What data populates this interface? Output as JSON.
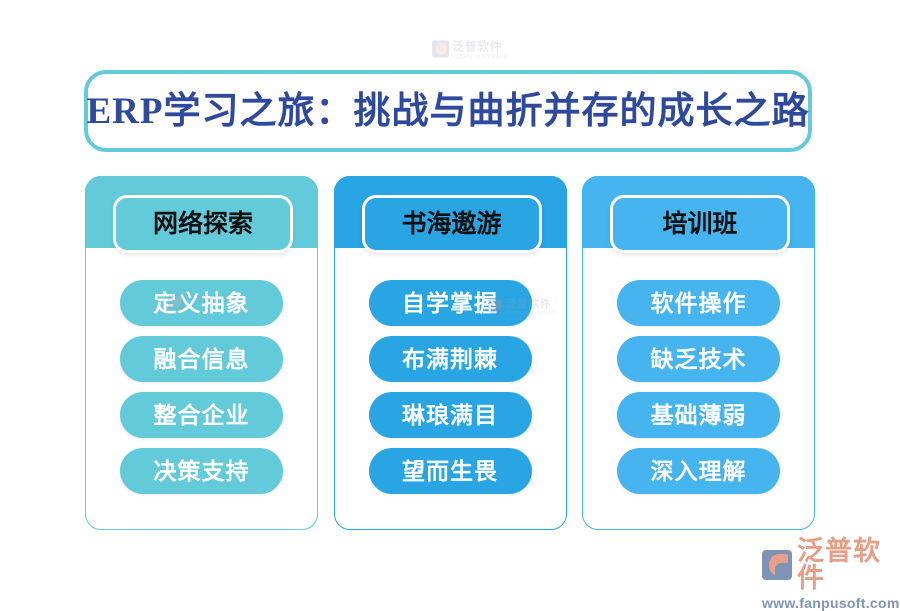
{
  "title": {
    "text": "ERP学习之旅：挑战与曲折并存的成长之路",
    "border_color": "#63cada",
    "text_color": "#2f4a9c"
  },
  "columns": [
    {
      "header": "网络探索",
      "accent": "#63cada",
      "items": [
        "定义抽象",
        "融合信息",
        "整合企业",
        "决策支持"
      ]
    },
    {
      "header": "书海遨游",
      "accent": "#29a5e3",
      "items": [
        "自学掌握",
        "布满荆棘",
        "琳琅满目",
        "望而生畏"
      ]
    },
    {
      "header": "培训班",
      "accent": "#46b4ee",
      "items": [
        "软件操作",
        "缺乏技术",
        "基础薄弱",
        "深入理解"
      ]
    }
  ],
  "logo": {
    "mark_icon": "fanpu-swoosh-icon",
    "name": "泛普软件",
    "url": "www.fanpusoft.com",
    "name_color": "#e79e86",
    "url_color": "#7e93b5"
  },
  "watermarks": [
    {
      "name": "泛普软件",
      "sub": "FANPU SOFTWARE"
    },
    {
      "name": "泛普软件",
      "sub": "FANPU SOFTWARE"
    },
    {
      "name": "泛普软件",
      "sub": "FANPU SOFTWARE"
    }
  ]
}
